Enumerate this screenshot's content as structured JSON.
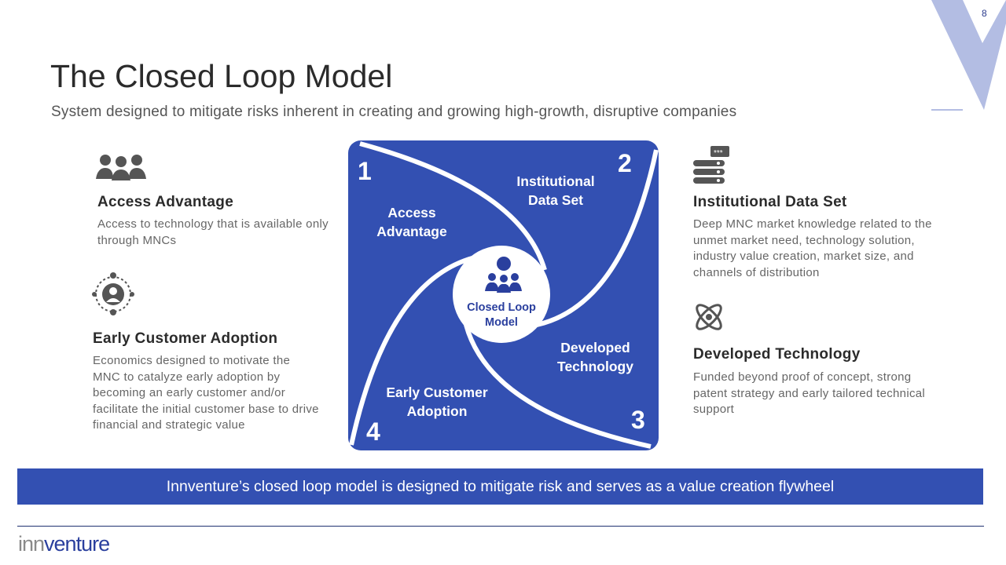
{
  "page_number": "8",
  "title": "The Closed Loop Model",
  "subtitle": "System designed to mitigate risks inherent in creating and growing high-growth, disruptive companies",
  "features": [
    {
      "heading": "Access Advantage",
      "text": "Access to technology that is available only through MNCs",
      "icon": "people-group-icon"
    },
    {
      "heading": "Early Customer Adoption",
      "text": "Economics designed to motivate the MNC to catalyze early adoption by becoming an early customer and/or facilitate the initial customer base to drive financial and strategic value",
      "icon": "customer-target-icon"
    },
    {
      "heading": "Institutional Data Set",
      "text": "Deep MNC market knowledge related to the unmet market need, technology solution, industry value creation, market size, and channels of distribution",
      "icon": "database-server-icon"
    },
    {
      "heading": "Developed Technology",
      "text": "Funded beyond proof of concept, strong patent strategy and early tailored technical support",
      "icon": "atom-icon"
    }
  ],
  "diagram": {
    "center_label": "Closed Loop Model",
    "quadrants": [
      {
        "number": "1",
        "label": "Access Advantage"
      },
      {
        "number": "2",
        "label": "Institutional Data Set"
      },
      {
        "number": "3",
        "label": "Developed Technology"
      },
      {
        "number": "4",
        "label": "Early Customer Adoption"
      }
    ]
  },
  "banner": "Innventure’s closed loop model  is designed to mitigate risk and serves as a value creation flywheel",
  "logo": {
    "part1": "inn",
    "part2": "venture"
  },
  "colors": {
    "primary": "#3350b2",
    "watermark": "#b3bde3",
    "logo_gray": "#8a8a8a"
  }
}
